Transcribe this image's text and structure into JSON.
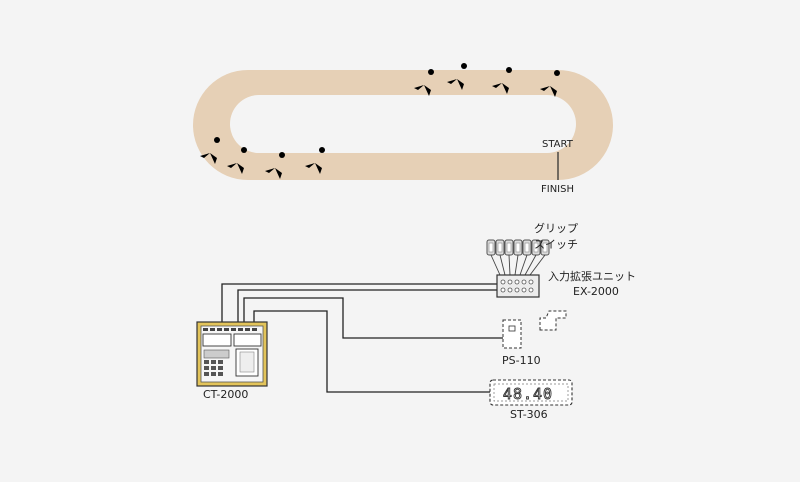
{
  "track": {
    "start_label": "START",
    "finish_label": "FINISH",
    "track_color": "#e6d0b6",
    "infield_color": "#f4f4f4"
  },
  "devices": {
    "grip_switch": {
      "label_line1": "グリップ",
      "label_line2": "スイッチ",
      "count": 7
    },
    "expansion_unit": {
      "label_line1": "入力拡張ユニット",
      "label_line2": "EX-2000"
    },
    "photo_sensor": {
      "label": "PS-110"
    },
    "display": {
      "label": "ST-306",
      "readout": "48.40"
    },
    "controller": {
      "label": "CT-2000",
      "frame_color": "#e3c45a"
    }
  },
  "icons": {
    "runner": "runner-icon",
    "grip": "grip-switch-icon",
    "sensor": "photo-sensor-icon"
  }
}
